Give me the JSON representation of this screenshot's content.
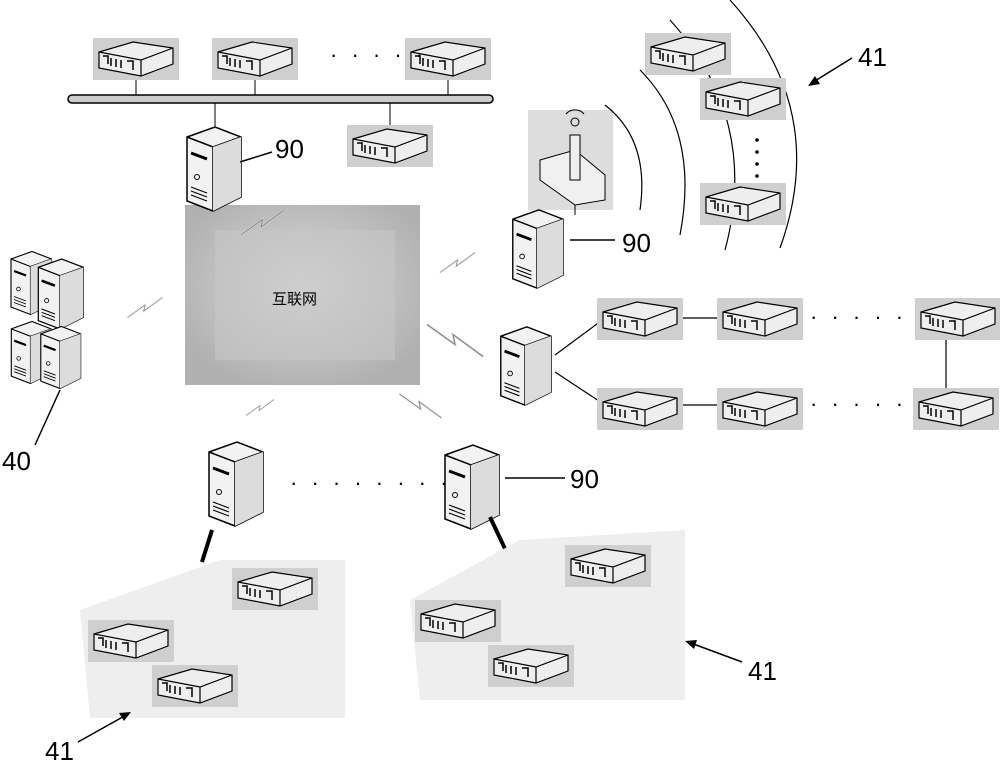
{
  "diagram": {
    "internet_label": "互联网",
    "labels": {
      "gateway_top": "90",
      "gateway_right": "90",
      "gateway_bottom": "90",
      "server": "40",
      "devices_wireless": "41",
      "devices_bottom_right": "41",
      "devices_bottom_left": "41"
    },
    "ellipsis_h": "· · · · ·",
    "ellipsis_bottom": "· · · ·   · · · ·",
    "ellipsis_chain": "· · · · ·",
    "ellipsis_v": "⋮",
    "colors": {
      "cloud": "#bdbdbd",
      "device_bg": "#cfcfcf",
      "line": "#000000"
    }
  }
}
